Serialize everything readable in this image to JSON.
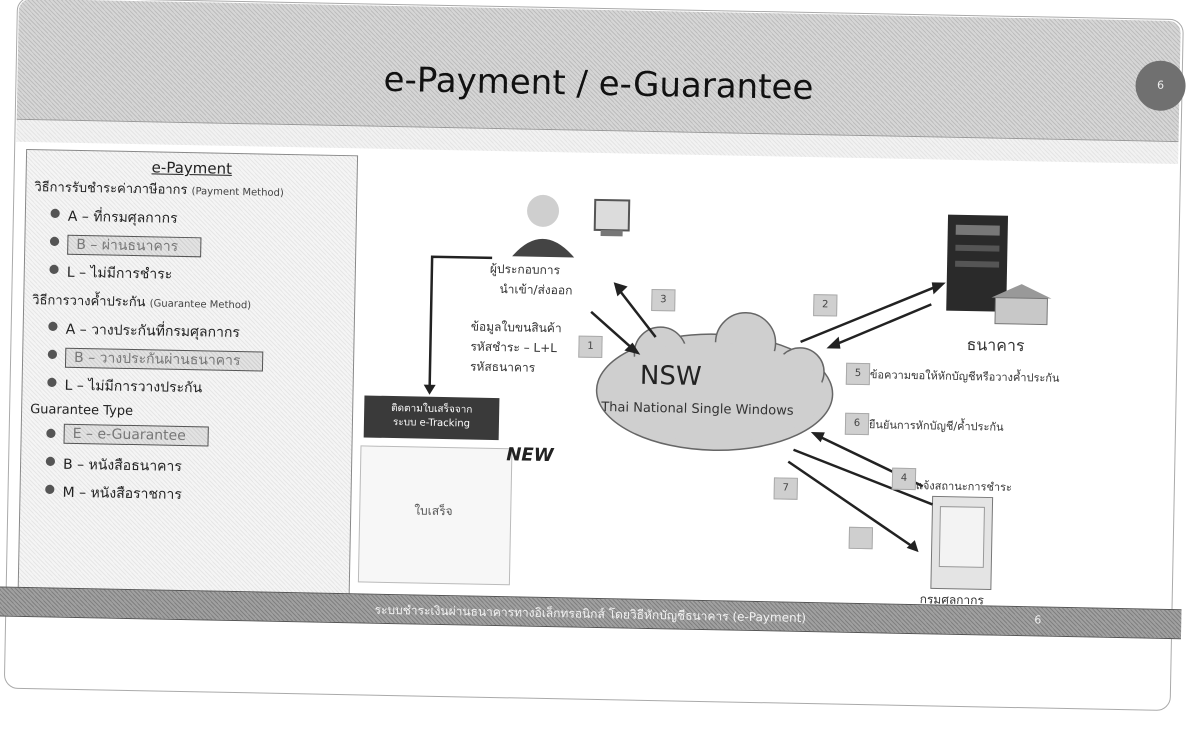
{
  "slide": {
    "title": "e-Payment / e-Guarantee",
    "page_badge": "6"
  },
  "left_panel": {
    "heading": "e-Payment",
    "payment_method_label": "วิธีการรับชำระค่าภาษีอากร",
    "payment_method_en": "(Payment Method)",
    "payment_items": [
      "A – ที่กรมศุลกากร",
      "B – ผ่านธนาคาร",
      "L – ไม่มีการชำระ"
    ],
    "guarantee_method_label": "วิธีการวางค้ำประกัน",
    "guarantee_method_en": "(Guarantee Method)",
    "guarantee_items": [
      "A – วางประกันที่กรมศุลกากร",
      "B – วางประกันผ่านธนาคาร",
      "L – ไม่มีการวางประกัน"
    ],
    "guarantee_type_label": "Guarantee Type",
    "guarantee_type_items": [
      "E – e-Guarantee",
      "B – หนังสือธนาคาร",
      "M – หนังสือราชการ"
    ]
  },
  "diagram": {
    "importer_label_1": "ผู้ประกอบการ",
    "importer_label_2": "นำเข้า/ส่งออก",
    "info_line_1": "ข้อมูลใบขนสินค้า",
    "info_line_2": "รหัสชำระ – L+L",
    "info_line_3": "รหัสธนาคาร",
    "bank_label": "ธนาคาร",
    "nsw_label": "NSW",
    "nsw_sub": "Thai National Single Windows",
    "msg_bank_1": "ข้อความขอให้หักบัญชีหรือวางค้ำประกัน",
    "msg_bank_2": "ยืนยันการหักบัญชี/ค้ำประกัน",
    "msg_customs": "แจ้งสถานะการชำระ",
    "customs_label": "กรมศุลกากร",
    "tracking_line_1": "ติดตามใบเสร็จจาก",
    "tracking_line_2": "ระบบ e-Tracking",
    "new_badge": "NEW",
    "doc_text": "ใบเสร็จ",
    "steps": [
      "1",
      "2",
      "3",
      "4",
      "5",
      "6",
      "7"
    ]
  },
  "footer": {
    "text": "ระบบชำระเงินผ่านธนาคารทางอิเล็กทรอนิกส์ โดยวิธีหักบัญชีธนาคาร (e-Payment)",
    "page": "6"
  }
}
